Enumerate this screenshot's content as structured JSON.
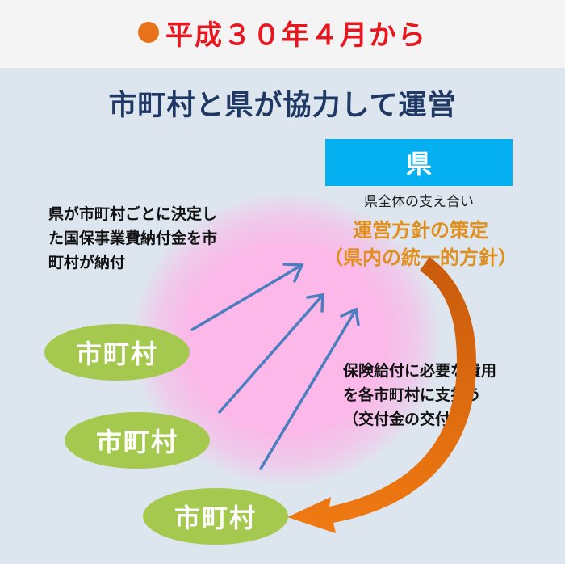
{
  "header": {
    "text": "平成３０年４月から"
  },
  "title": "市町村と県が協力して運営",
  "prefecture": {
    "label": "県",
    "subtitle": "県全体の支え合い",
    "policy_line1": "運営方針の策定",
    "policy_line2": "（県内の統一的方針）"
  },
  "left_note": {
    "line1": "県が市町村ごとに決定し",
    "line2": "た国保事業費納付金を市",
    "line3": "町村が納付"
  },
  "right_note": {
    "line1": "保険給付に必要な費用",
    "line2": "を各市町村に支払う",
    "line3": "（交付金の交付）"
  },
  "municipalities": [
    {
      "label": "市町村"
    },
    {
      "label": "市町村"
    },
    {
      "label": "市町村"
    }
  ],
  "colors": {
    "header_dot": "#e8731a",
    "header_text": "#e8161e",
    "title": "#1f3864",
    "prefecture_box": "#05b0f0",
    "policy_text": "#e08f1c",
    "municipality_oval": "#a5c94e",
    "blue_arrows": "#4a7ebf",
    "orange_arrow": "#e8690e",
    "panel_bg": "#dde6ef",
    "glow": "#fbb8e8"
  }
}
